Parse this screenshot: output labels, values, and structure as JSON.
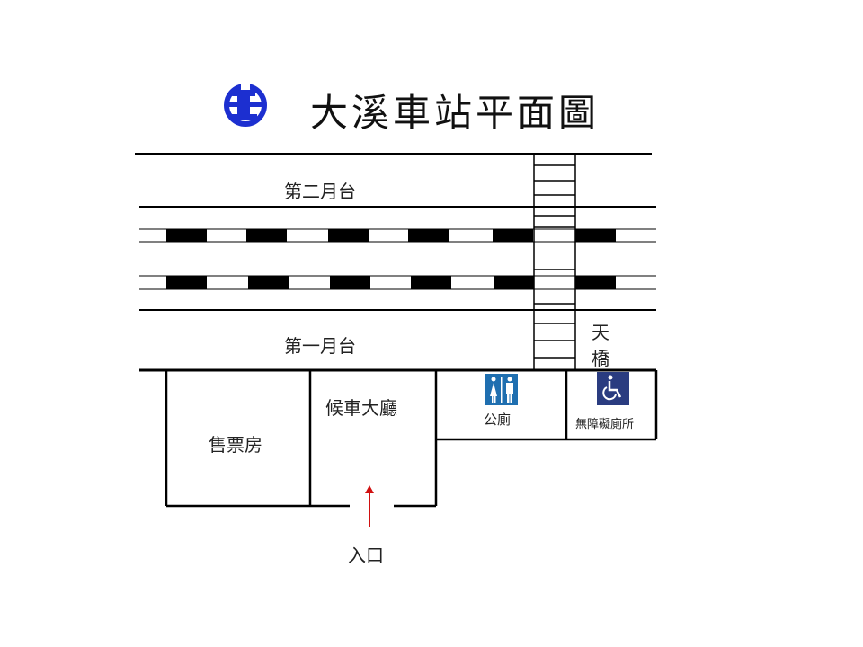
{
  "title": "大溪車站平面圖",
  "logo": {
    "icon": "taiwan-railway-logo-icon",
    "color": "#1c2fd0"
  },
  "labels": {
    "platform_2": "第二月台",
    "platform_1": "第一月台",
    "footbridge": [
      "天",
      "橋"
    ],
    "ticket_office": "售票房",
    "waiting_hall": "候車大廳",
    "restroom": "公廁",
    "accessible_restroom": "無障礙廁所",
    "entrance": "入口"
  },
  "icons": {
    "restroom": {
      "name": "restroom-icon",
      "color": "#1f6fb0"
    },
    "accessible": {
      "name": "wheelchair-icon",
      "color": "#2a3c80"
    },
    "entrance_arrow": {
      "name": "arrow-up-icon",
      "color": "#d01010"
    }
  }
}
